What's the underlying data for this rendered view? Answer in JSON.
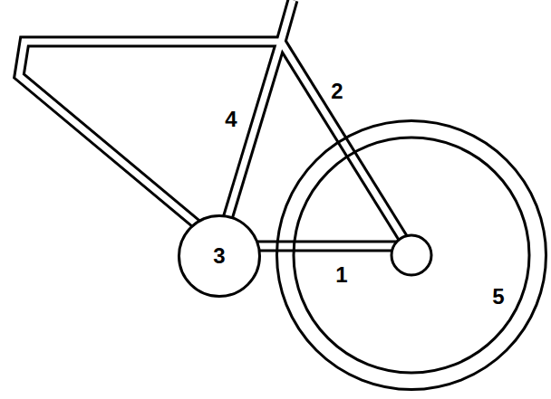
{
  "diagram": {
    "nodes": [
      {
        "text": [
          "3"
        ]
      },
      {
        "text": [
          "5"
        ]
      }
    ],
    "labels": [
      "2",
      "4",
      "1"
    ]
  }
}
